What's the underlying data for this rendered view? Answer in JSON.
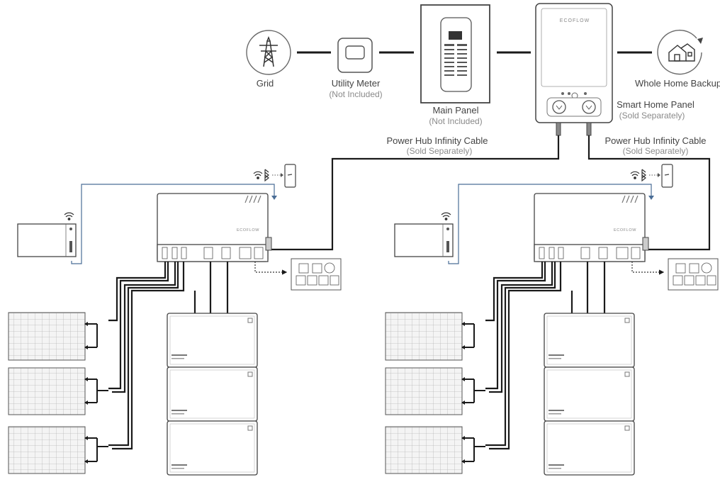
{
  "labels": {
    "grid": "Grid",
    "utility_meter": "Utility Meter",
    "utility_meter_note": "(Not Included)",
    "main_panel": "Main Panel",
    "main_panel_note": "(Not Included)",
    "smart_home_panel": "Smart Home Panel",
    "smart_home_panel_note": "(Sold Separately)",
    "whole_home_backup": "Whole Home Backup",
    "cable_left": "Power Hub Infinity Cable",
    "cable_left_note": "(Sold Separately)",
    "cable_right": "Power Hub Infinity Cable",
    "cable_right_note": "(Sold Separately)"
  },
  "brand": "ECOFLOW",
  "icons": {
    "grid": "transmission-tower-icon",
    "meter": "utility-meter-icon",
    "home": "house-backup-icon",
    "wifi": "wifi-icon",
    "bluetooth": "bluetooth-icon",
    "phone": "smartphone-icon",
    "solar": "solar-panel-icon",
    "battery": "battery-pack-icon",
    "outlets": "ac-outlet-panel-icon"
  },
  "colors": {
    "line": "#1a1a1a",
    "accent_wire": "#4a6d96",
    "label_dark": "#444444",
    "label_note": "#8a8a8a",
    "device_stroke": "#5a5a5a"
  }
}
